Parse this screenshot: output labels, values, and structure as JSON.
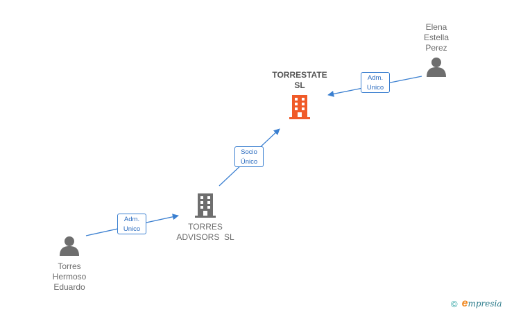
{
  "nodes": {
    "elena": {
      "label": "Elena\nEstella\nPerez"
    },
    "torrestate": {
      "label": "TORRESTATE\nSL"
    },
    "torres_advisors": {
      "label": "TORRES\nADVISORS  SL"
    },
    "torres_eduardo": {
      "label": "Torres\nHermoso\nEduardo"
    }
  },
  "edges": [
    {
      "from": "elena",
      "to": "torrestate",
      "label_line1": "Adm.",
      "label_line2": "Unico"
    },
    {
      "from": "torres_advisors",
      "to": "torrestate",
      "label_line1": "Socio",
      "label_line2": "Único"
    },
    {
      "from": "torres_eduardo",
      "to": "torres_advisors",
      "label_line1": "Adm.",
      "label_line2": "Unico"
    }
  ],
  "colors": {
    "edge": "#3a7fd0",
    "company_main": "#f05a28",
    "company": "#6e6e6e",
    "person": "#6e6e6e"
  },
  "footer": {
    "copyright": "©",
    "brand_initial": "e",
    "brand_rest": "mpresia"
  }
}
